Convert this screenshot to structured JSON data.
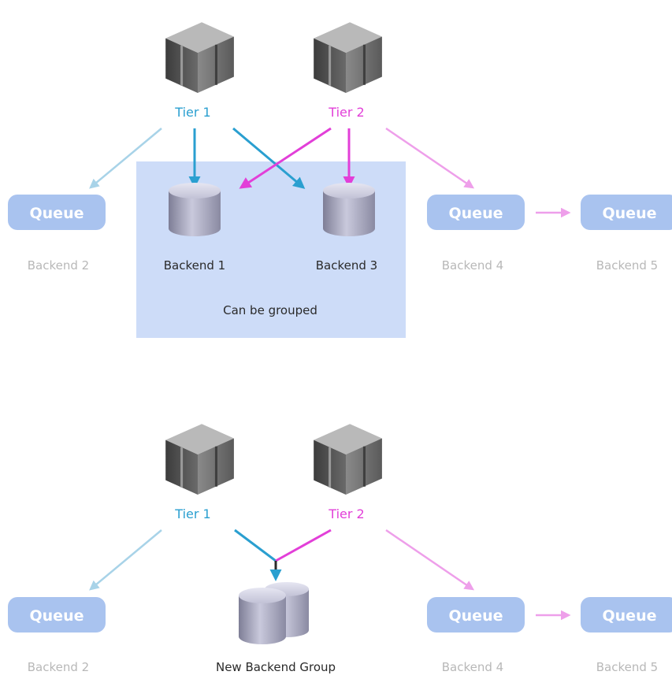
{
  "colors": {
    "tier1": "#2a9fd0",
    "tier1_light": "#a8d3e8",
    "tier2": "#e23fd8",
    "tier2_light": "#ee9fea",
    "queue_fill": "#a9c3ef",
    "queue_text": "#ffffff",
    "faded_text": "#b8b8b8",
    "dark_text": "#2a2a2a",
    "group_fill": "#cddcf8"
  },
  "top": {
    "tier1_label": "Tier 1",
    "tier2_label": "Tier 2",
    "queue_label": "Queue",
    "backend2": "Backend 2",
    "backend1": "Backend 1",
    "backend3": "Backend 3",
    "backend4": "Backend 4",
    "backend5": "Backend 5",
    "group_caption": "Can be grouped"
  },
  "bottom": {
    "tier1_label": "Tier 1",
    "tier2_label": "Tier 2",
    "queue_label": "Queue",
    "backend2": "Backend 2",
    "new_group": "New Backend Group",
    "backend4": "Backend 4",
    "backend5": "Backend 5"
  }
}
